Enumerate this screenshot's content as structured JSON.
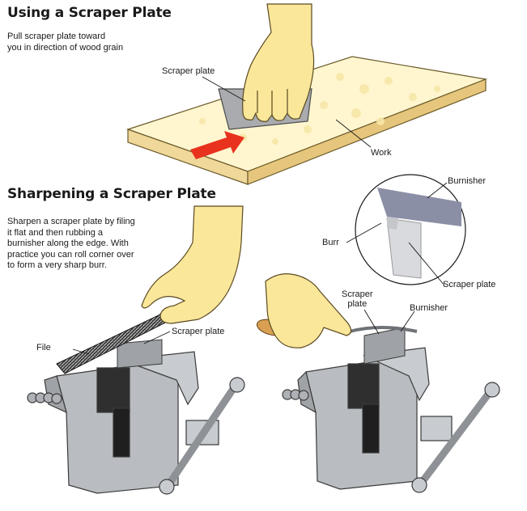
{
  "section1": {
    "title": "Using a Scraper Plate",
    "description": "Pull scraper plate toward\nyou in direction of wood grain",
    "labels": {
      "scraper_plate": "Scraper plate",
      "work": "Work"
    }
  },
  "section2": {
    "title": "Sharpening a Scraper Plate",
    "description": "Sharpen a scraper plate by filing\nit flat and then rubbing a\nburnisher along the edge. With\npractice you can roll corner over\nto form a very sharp burr.",
    "labels": {
      "file": "File",
      "scraper_plate_left": "Scraper plate",
      "scraper_plate_right": "Scraper\nplate",
      "burnisher_right": "Burnisher",
      "burnisher_detail": "Burnisher",
      "burr": "Burr",
      "scraper_plate_detail": "Scraper plate"
    }
  },
  "colors": {
    "arrow": "#e8321e",
    "skin": "#fbe79a",
    "metal": "#b9bcc0",
    "wood": "#fff4c8"
  }
}
